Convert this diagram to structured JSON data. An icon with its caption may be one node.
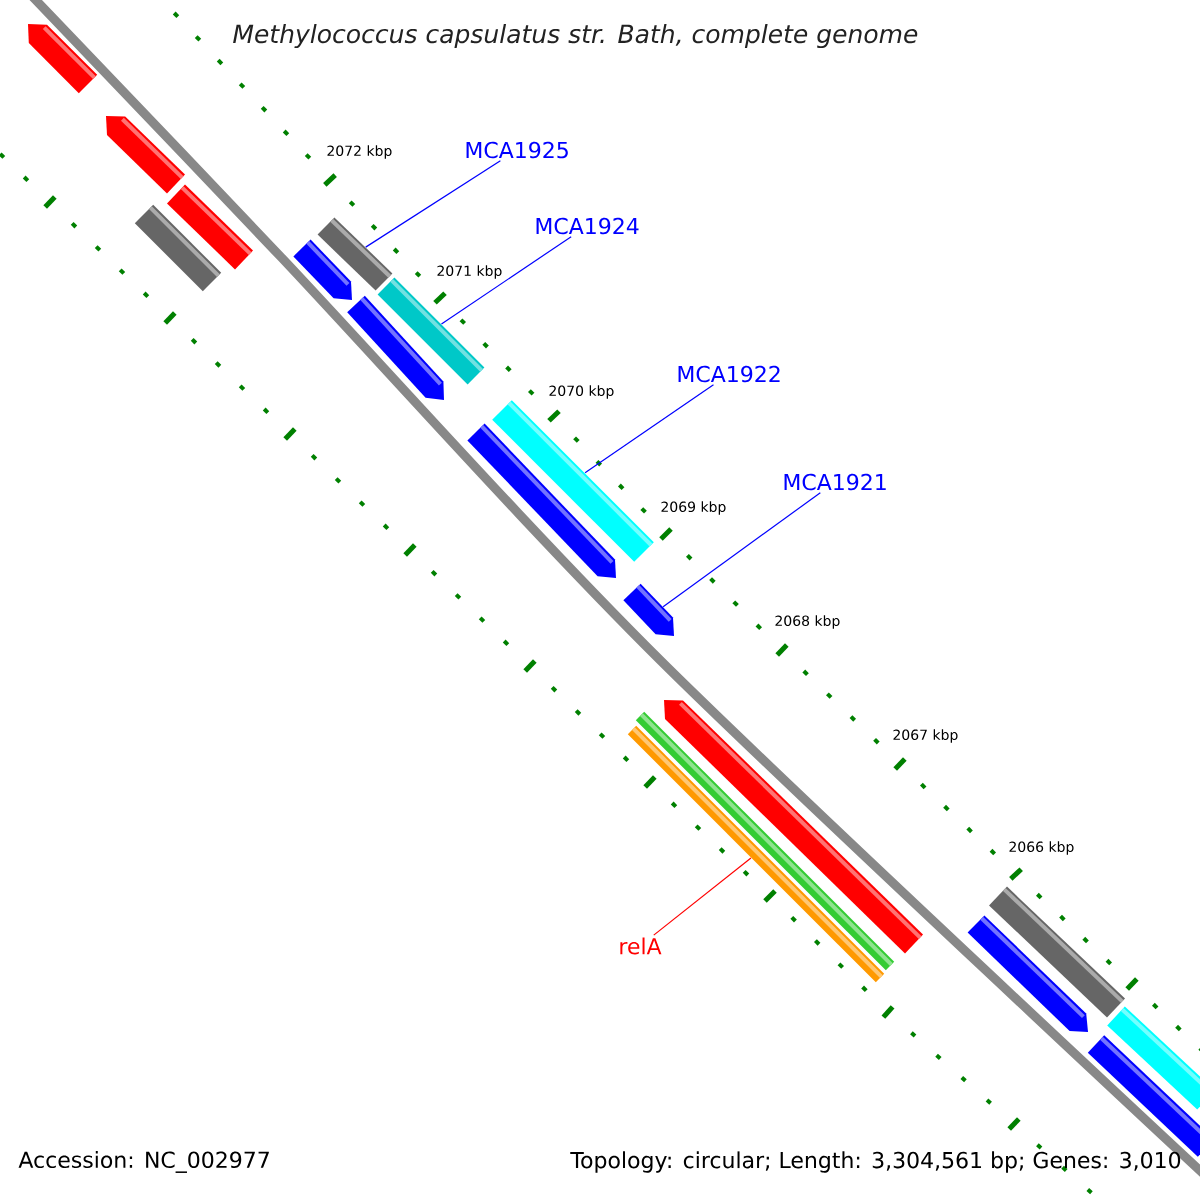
{
  "diagram": {
    "title": "Methylococcus capsulatus str. Bath, complete genome",
    "nodes": [
      {
        "text": [
          "MCA1925"
        ]
      },
      {
        "text": [
          "MCA1924"
        ]
      },
      {
        "text": [
          "MCA1922"
        ]
      },
      {
        "text": [
          "MCA1921"
        ]
      },
      {
        "text": [
          "relA"
        ]
      },
      {
        "text": [],
        "shape": "bar"
      },
      {
        "text": [],
        "shape": "bar"
      },
      {
        "text": [],
        "shape": "bar"
      },
      {
        "text": [],
        "shape": "bar"
      },
      {
        "text": [],
        "shape": "bar"
      },
      {
        "text": [],
        "shape": "bar"
      },
      {
        "text": [],
        "shape": "bar"
      },
      {
        "text": [],
        "shape": "bar"
      },
      {
        "text": [],
        "shape": "bar"
      },
      {
        "text": [],
        "shape": "bar"
      },
      {
        "text": [],
        "shape": "bar"
      },
      {
        "text": [],
        "shape": "bar"
      },
      {
        "text": [],
        "shape": "bar"
      },
      {
        "text": [],
        "shape": "bar"
      },
      {
        "text": [],
        "shape": "bar"
      },
      {
        "text": [],
        "shape": "bar"
      },
      {
        "text": [],
        "shape": "bar"
      },
      {
        "text": [],
        "shape": "bar"
      }
    ],
    "edges": [
      {
        "from": 0,
        "to": 9,
        "arrow": "none"
      },
      {
        "from": 1,
        "to": 11,
        "arrow": "none"
      },
      {
        "from": 2,
        "to": 13,
        "arrow": "none"
      },
      {
        "from": 3,
        "to": 15,
        "arrow": "none"
      },
      {
        "from": 4,
        "to": 18,
        "arrow": "none",
        "color": "#ff0000"
      }
    ],
    "labels": [
      "2072 kbp",
      "2071 kbp",
      "2070 kbp",
      "2069 kbp",
      "2068 kbp",
      "2067 kbp",
      "2066 kbp",
      "Accession: NC_002977",
      "Topology: circular; Length: 3,304,561 bp; Genes: 3,010"
    ]
  }
}
